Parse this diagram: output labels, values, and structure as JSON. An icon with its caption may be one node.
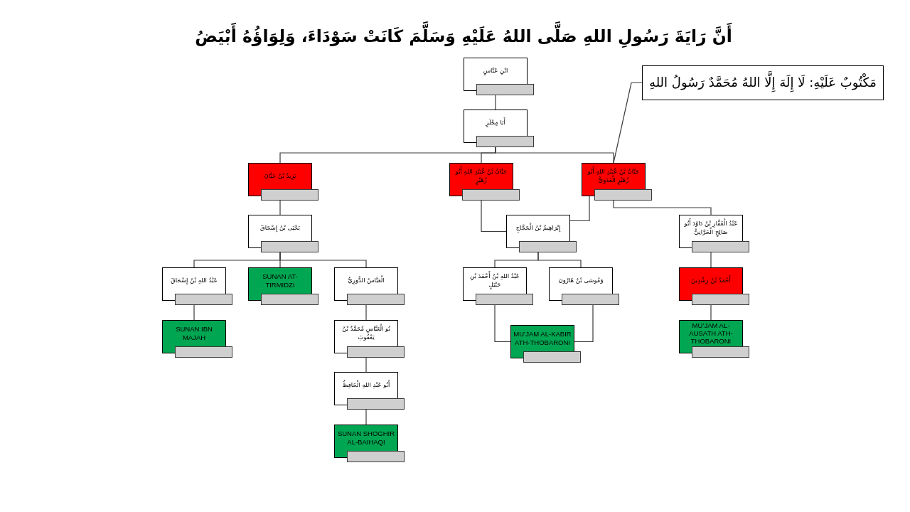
{
  "diagram": {
    "title": "أَنَّ رَايَةَ رَسُولِ اللهِ صَلَّى اللهُ عَلَيْهِ وَسَلَّمَ كَانَتْ سَوْدَاءَ، وَلِوَاؤُهُ أَبْيَضُ",
    "nodes": [
      {
        "text": [
          "ابْنِ عَبَّاسٍ"
        ]
      },
      {
        "text": [
          "مَكْتُوبٌ عَلَيْهِ: لَا إِلَهَ إِلَّا اللهُ مُحَمَّدٌ رَسُولُ اللهِ"
        ]
      },
      {
        "text": [
          "أَبَا مِجْلَزٍ"
        ]
      },
      {
        "text": [
          "يَزِيدُ بْنُ حَيَّانَ"
        ]
      },
      {
        "text": [
          "حَيَّانُ بْنُ عُبَيْدِ اللهِ أَبُو زُهَيْرٍ"
        ]
      },
      {
        "text": [
          "حَيَّانُ بْنُ عُبَيْدِ اللهِ أَبُو زُهَيْرٍ الْعَدَوِيُّ"
        ]
      },
      {
        "text": [
          "يَحْيَى بْنُ إِسْحَاقَ"
        ]
      },
      {
        "text": [
          "إِبْرَاهِيمُ بْنُ الْحَجَّاجِ"
        ]
      },
      {
        "text": [
          "عَبْدُ الْغَفَّارِ بْنُ دَاوُدَ أَبُو صَالِحٍ الْحَرَّانِيُّ"
        ]
      },
      {
        "text": [
          "عَبْدُ اللهِ بْنُ إِسْحَاقَ"
        ]
      },
      {
        "text": [
          "SUNAN AT-TIRMIDZI"
        ]
      },
      {
        "text": [
          "الْعَبَّاسُ الدُّورِيُّ"
        ]
      },
      {
        "text": [
          "عَبْدُ اللهِ بْنُ أَحْمَدَ بْنِ حَنْبَلٍ"
        ]
      },
      {
        "text": [
          "وَمُوسَى بْنُ هَارُونَ"
        ]
      },
      {
        "text": [
          "أَحْمَدُ بْنُ رِشْدِينَ"
        ]
      },
      {
        "text": [
          "SUNAN IBN MAJAH"
        ]
      },
      {
        "text": [
          "بُو الْعَبَّاسِ مُحَمَّدُ بْنُ يَعْقُوبَ"
        ]
      },
      {
        "text": [
          "MU’JAM AL-KABIR ATH-THOBARONI"
        ]
      },
      {
        "text": [
          "MU’JAM AL-AUSATH ATH-THOBARONI"
        ]
      },
      {
        "text": [
          "أَبُو عَبْدِ اللهِ الْحَافِظُ"
        ]
      },
      {
        "text": [
          "SUNAN SHOGHIR AL-BAIHAQI"
        ]
      }
    ],
    "edges": [
      {
        "from": 0,
        "to": 2,
        "arrow": "none"
      },
      {
        "from": 2,
        "to": 3,
        "arrow": "none"
      },
      {
        "from": 2,
        "to": 4,
        "arrow": "none"
      },
      {
        "from": 2,
        "to": 5,
        "arrow": "none"
      },
      {
        "from": 1,
        "to": 5,
        "arrow": "none"
      },
      {
        "from": 3,
        "to": 6,
        "arrow": "none"
      },
      {
        "from": 4,
        "to": 7,
        "arrow": "none"
      },
      {
        "from": 5,
        "to": 7,
        "arrow": "none"
      },
      {
        "from": 5,
        "to": 8,
        "arrow": "none"
      },
      {
        "from": 6,
        "to": 9,
        "arrow": "none"
      },
      {
        "from": 6,
        "to": 10,
        "arrow": "none"
      },
      {
        "from": 6,
        "to": 11,
        "arrow": "none"
      },
      {
        "from": 7,
        "to": 12,
        "arrow": "none"
      },
      {
        "from": 7,
        "to": 13,
        "arrow": "none"
      },
      {
        "from": 8,
        "to": 14,
        "arrow": "none"
      },
      {
        "from": 9,
        "to": 15,
        "arrow": "none"
      },
      {
        "from": 11,
        "to": 16,
        "arrow": "none"
      },
      {
        "from": 12,
        "to": 17,
        "arrow": "none"
      },
      {
        "from": 13,
        "to": 17,
        "arrow": "none"
      },
      {
        "from": 14,
        "to": 18,
        "arrow": "none"
      },
      {
        "from": 16,
        "to": 19,
        "arrow": "none"
      },
      {
        "from": 19,
        "to": 20,
        "arrow": "none"
      }
    ]
  }
}
